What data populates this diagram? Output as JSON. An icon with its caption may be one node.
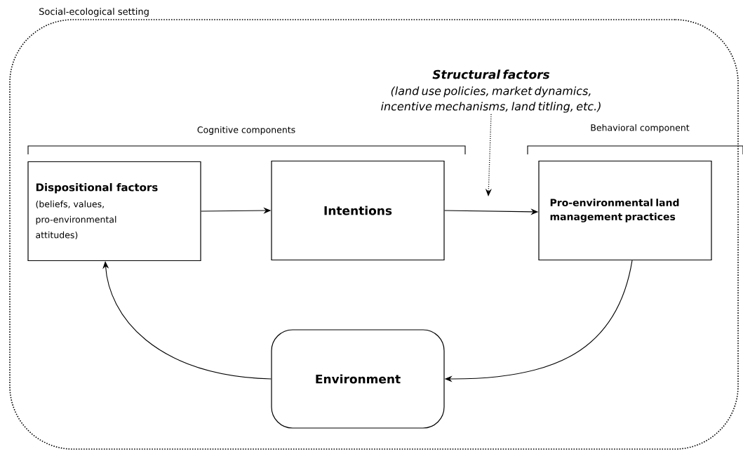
{
  "diagram": {
    "nodes": [
      {
        "text": [
          "Social-ecological setting"
        ]
      },
      {
        "text": [
          "Structural factors",
          "(land use policies, market dynamics, incentive mechanisms, land titling, etc.)"
        ],
        "in": 0
      },
      {
        "text": [
          "Dispositional factors",
          "(beliefs, values, pro-environmental attitudes)"
        ],
        "in": 0
      },
      {
        "text": [
          "Intentions"
        ],
        "in": 0
      },
      {
        "text": [
          "Pro-environmental land management practices"
        ],
        "in": 0
      },
      {
        "text": [
          "Environment"
        ],
        "in": 0
      }
    ],
    "edges": [
      {
        "from": 2,
        "to": 3,
        "arrow": "to"
      },
      {
        "from": 3,
        "to": 4,
        "arrow": "to"
      },
      {
        "from": 4,
        "to": 5,
        "arrow": "to"
      },
      {
        "from": 5,
        "to": 2,
        "arrow": "to"
      },
      {
        "from": 1,
        "to": null,
        "arrow": "to",
        "style": "dashed"
      }
    ],
    "labels": [
      "Cognitive components",
      "Behavioral component"
    ]
  }
}
